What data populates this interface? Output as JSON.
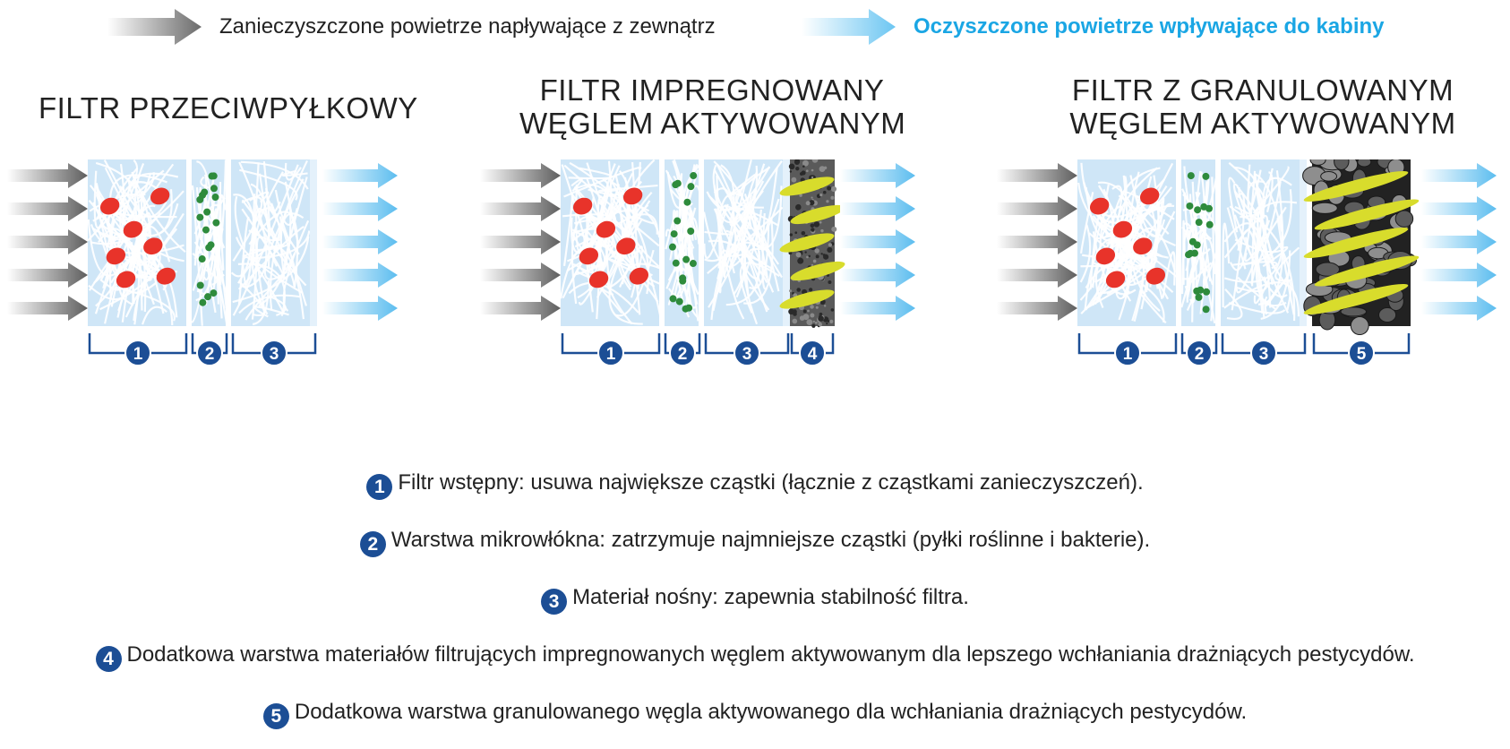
{
  "legend": {
    "dirty_label": "Zanieczyszczone powietrze napływające z zewnątrz",
    "clean_label": "Oczyszczone powietrze wpływające do kabiny",
    "dirty_color": "#7a7a7a",
    "clean_color": "#1aa6e4"
  },
  "filters": [
    {
      "title_line1": "FILTR PRZECIWPYŁKOWY",
      "title_line2": "",
      "layers": [
        "1",
        "2",
        "3"
      ]
    },
    {
      "title_line1": "FILTR IMPREGNOWANY",
      "title_line2": "WĘGLEM AKTYWOWANYM",
      "layers": [
        "1",
        "2",
        "3",
        "4"
      ]
    },
    {
      "title_line1": "FILTR Z GRANULOWANYM",
      "title_line2": "WĘGLEM AKTYWOWANYM",
      "layers": [
        "1",
        "2",
        "3",
        "5"
      ]
    }
  ],
  "descriptions": [
    {
      "num": "1",
      "text": "Filtr wstępny: usuwa największe cząstki (łącznie z cząstkami zanieczyszczeń)."
    },
    {
      "num": "2",
      "text": "Warstwa mikrowłókna: zatrzymuje najmniejsze cząstki (pyłki roślinne i bakterie)."
    },
    {
      "num": "3",
      "text": "Materiał nośny: zapewnia stabilność filtra."
    },
    {
      "num": "4",
      "text": "Dodatkowa warstwa materiałów filtrujących impregnowanych węglem aktywowanym dla lepszego wchłaniania drażniących pestycydów."
    },
    {
      "num": "5",
      "text": "Dodatkowa warstwa granulowanego węgla aktywowanego dla wchłaniania drażniących pestycydów."
    }
  ],
  "colors": {
    "badge": "#1c4e95",
    "bracket": "#1c4e95",
    "fiber_bg": "#cfe6f7",
    "particle_red": "#e8332a",
    "particle_green": "#2e8b3c",
    "pollen_yellow": "#d8dc2c",
    "carbon_dark": "#3a3a3a"
  }
}
